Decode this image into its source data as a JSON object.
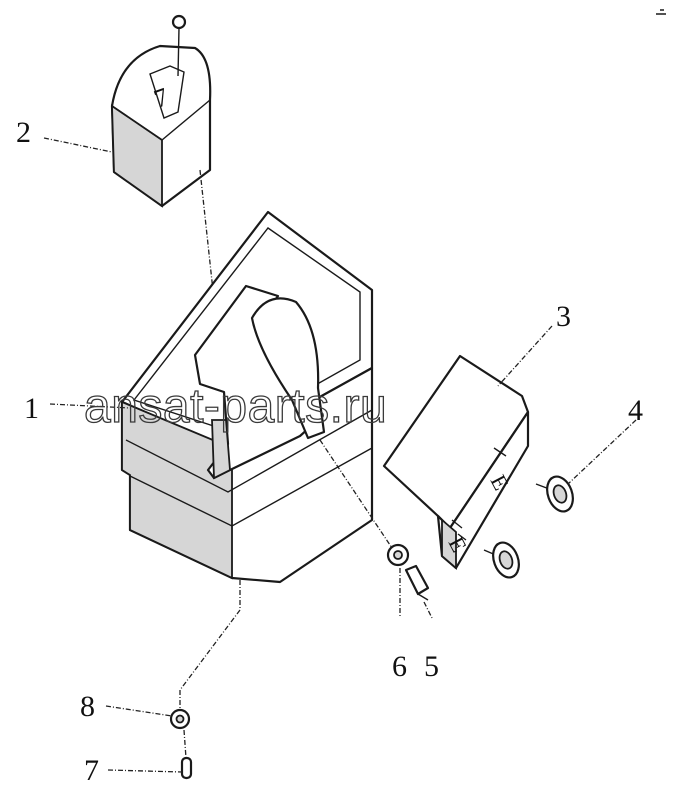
{
  "diagram": {
    "callouts": [
      {
        "id": "1",
        "label": "1"
      },
      {
        "id": "2",
        "label": "2"
      },
      {
        "id": "3",
        "label": "3"
      },
      {
        "id": "4",
        "label": "4"
      },
      {
        "id": "5",
        "label": "5"
      },
      {
        "id": "6",
        "label": "6"
      },
      {
        "id": "7",
        "label": "7"
      },
      {
        "id": "8",
        "label": "8"
      }
    ],
    "watermark": "ansat-parts.ru"
  },
  "colors": {
    "line": "#1a1a1a",
    "shade": "#d6d6d6",
    "background": "#ffffff"
  }
}
